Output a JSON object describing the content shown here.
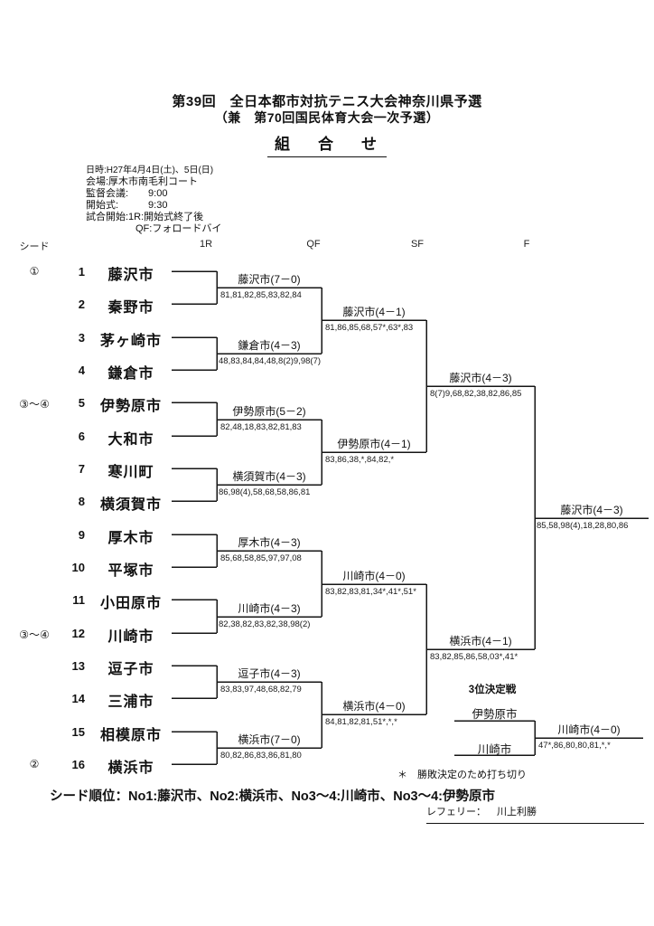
{
  "title": {
    "line1": "第39回　全日本都市対抗テニス大会神奈川県予選",
    "line2": "（兼　第70回国民体育大会一次予選）",
    "line3": "組　合　せ"
  },
  "info": {
    "lines": [
      "日時:H27年4月4日(土)、5日(日)",
      "会場:厚木市南毛利コート",
      "監督会議:　　9:00",
      "開始式:　　　9:30",
      "試合開始:1R:開始式終了後",
      "　　　　　QF:フォロードバイ"
    ]
  },
  "columns": {
    "seed": "シード",
    "r1": "1R",
    "qf": "QF",
    "sf": "SF",
    "f": "F"
  },
  "teams": [
    {
      "seed": "①",
      "no": "1",
      "name": "藤沢市"
    },
    {
      "seed": "",
      "no": "2",
      "name": "秦野市"
    },
    {
      "seed": "",
      "no": "3",
      "name": "茅ヶ崎市"
    },
    {
      "seed": "",
      "no": "4",
      "name": "鎌倉市"
    },
    {
      "seed": "③～④",
      "no": "5",
      "name": "伊勢原市"
    },
    {
      "seed": "",
      "no": "6",
      "name": "大和市"
    },
    {
      "seed": "",
      "no": "7",
      "name": "寒川町"
    },
    {
      "seed": "",
      "no": "8",
      "name": "横須賀市"
    },
    {
      "seed": "",
      "no": "9",
      "name": "厚木市"
    },
    {
      "seed": "",
      "no": "10",
      "name": "平塚市"
    },
    {
      "seed": "",
      "no": "11",
      "name": "小田原市"
    },
    {
      "seed": "③～④",
      "no": "12",
      "name": "川崎市"
    },
    {
      "seed": "",
      "no": "13",
      "name": "逗子市"
    },
    {
      "seed": "",
      "no": "14",
      "name": "三浦市"
    },
    {
      "seed": "",
      "no": "15",
      "name": "相模原市"
    },
    {
      "seed": "②",
      "no": "16",
      "name": "横浜市"
    }
  ],
  "r1_matches": [
    {
      "winner": "藤沢市(7－0)",
      "scores": "81,81,82,85,83,82,84"
    },
    {
      "winner": "鎌倉市(4－3)",
      "scores": "48,83,84,84,48,8(2)9,98(7)"
    },
    {
      "winner": "伊勢原市(5－2)",
      "scores": "82,48,18,83,82,81,83"
    },
    {
      "winner": "横須賀市(4－3)",
      "scores": "86,98(4),58,68,58,86,81"
    },
    {
      "winner": "厚木市(4－3)",
      "scores": "85,68,58,85,97,97,08"
    },
    {
      "winner": "川崎市(4－3)",
      "scores": "82,38,82,83,82,38,98(2)"
    },
    {
      "winner": "逗子市(4－3)",
      "scores": "83,83,97,48,68,82,79"
    },
    {
      "winner": "横浜市(7－0)",
      "scores": "80,82,86,83,86,81,80"
    }
  ],
  "qf_matches": [
    {
      "winner": "藤沢市(4－1)",
      "scores": "81,86,85,68,57*,63*,83"
    },
    {
      "winner": "伊勢原市(4－1)",
      "scores": "83,86,38,*,84,82,*"
    },
    {
      "winner": "川崎市(4－0)",
      "scores": "83,82,83,81,34*,41*,51*"
    },
    {
      "winner": "横浜市(4－0)",
      "scores": "84,81,82,81,51*,*,*"
    }
  ],
  "sf_matches": [
    {
      "winner": "藤沢市(4－3)",
      "scores": "8(7)9,68,82,38,82,86,85"
    },
    {
      "winner": "横浜市(4－1)",
      "scores": "83,82,85,86,58,03*,41*"
    }
  ],
  "final_match": {
    "winner": "藤沢市(4－3)",
    "scores": "85,58,98(4),18,28,80,86"
  },
  "third_place": {
    "title": "3位決定戦",
    "team_top": "伊勢原市",
    "team_bottom": "川崎市",
    "winner": "川崎市(4－0)",
    "scores": "47*,86,80,80,81,*,*"
  },
  "footer": {
    "note": "＊　勝敗決定のため打ち切り",
    "seed_order": "シード順位：No1:藤沢市、No2:横浜市、No3～4:川崎市、No3～4:伊勢原市",
    "referee_label": "レフェリー：",
    "referee_name": "川上利勝"
  }
}
